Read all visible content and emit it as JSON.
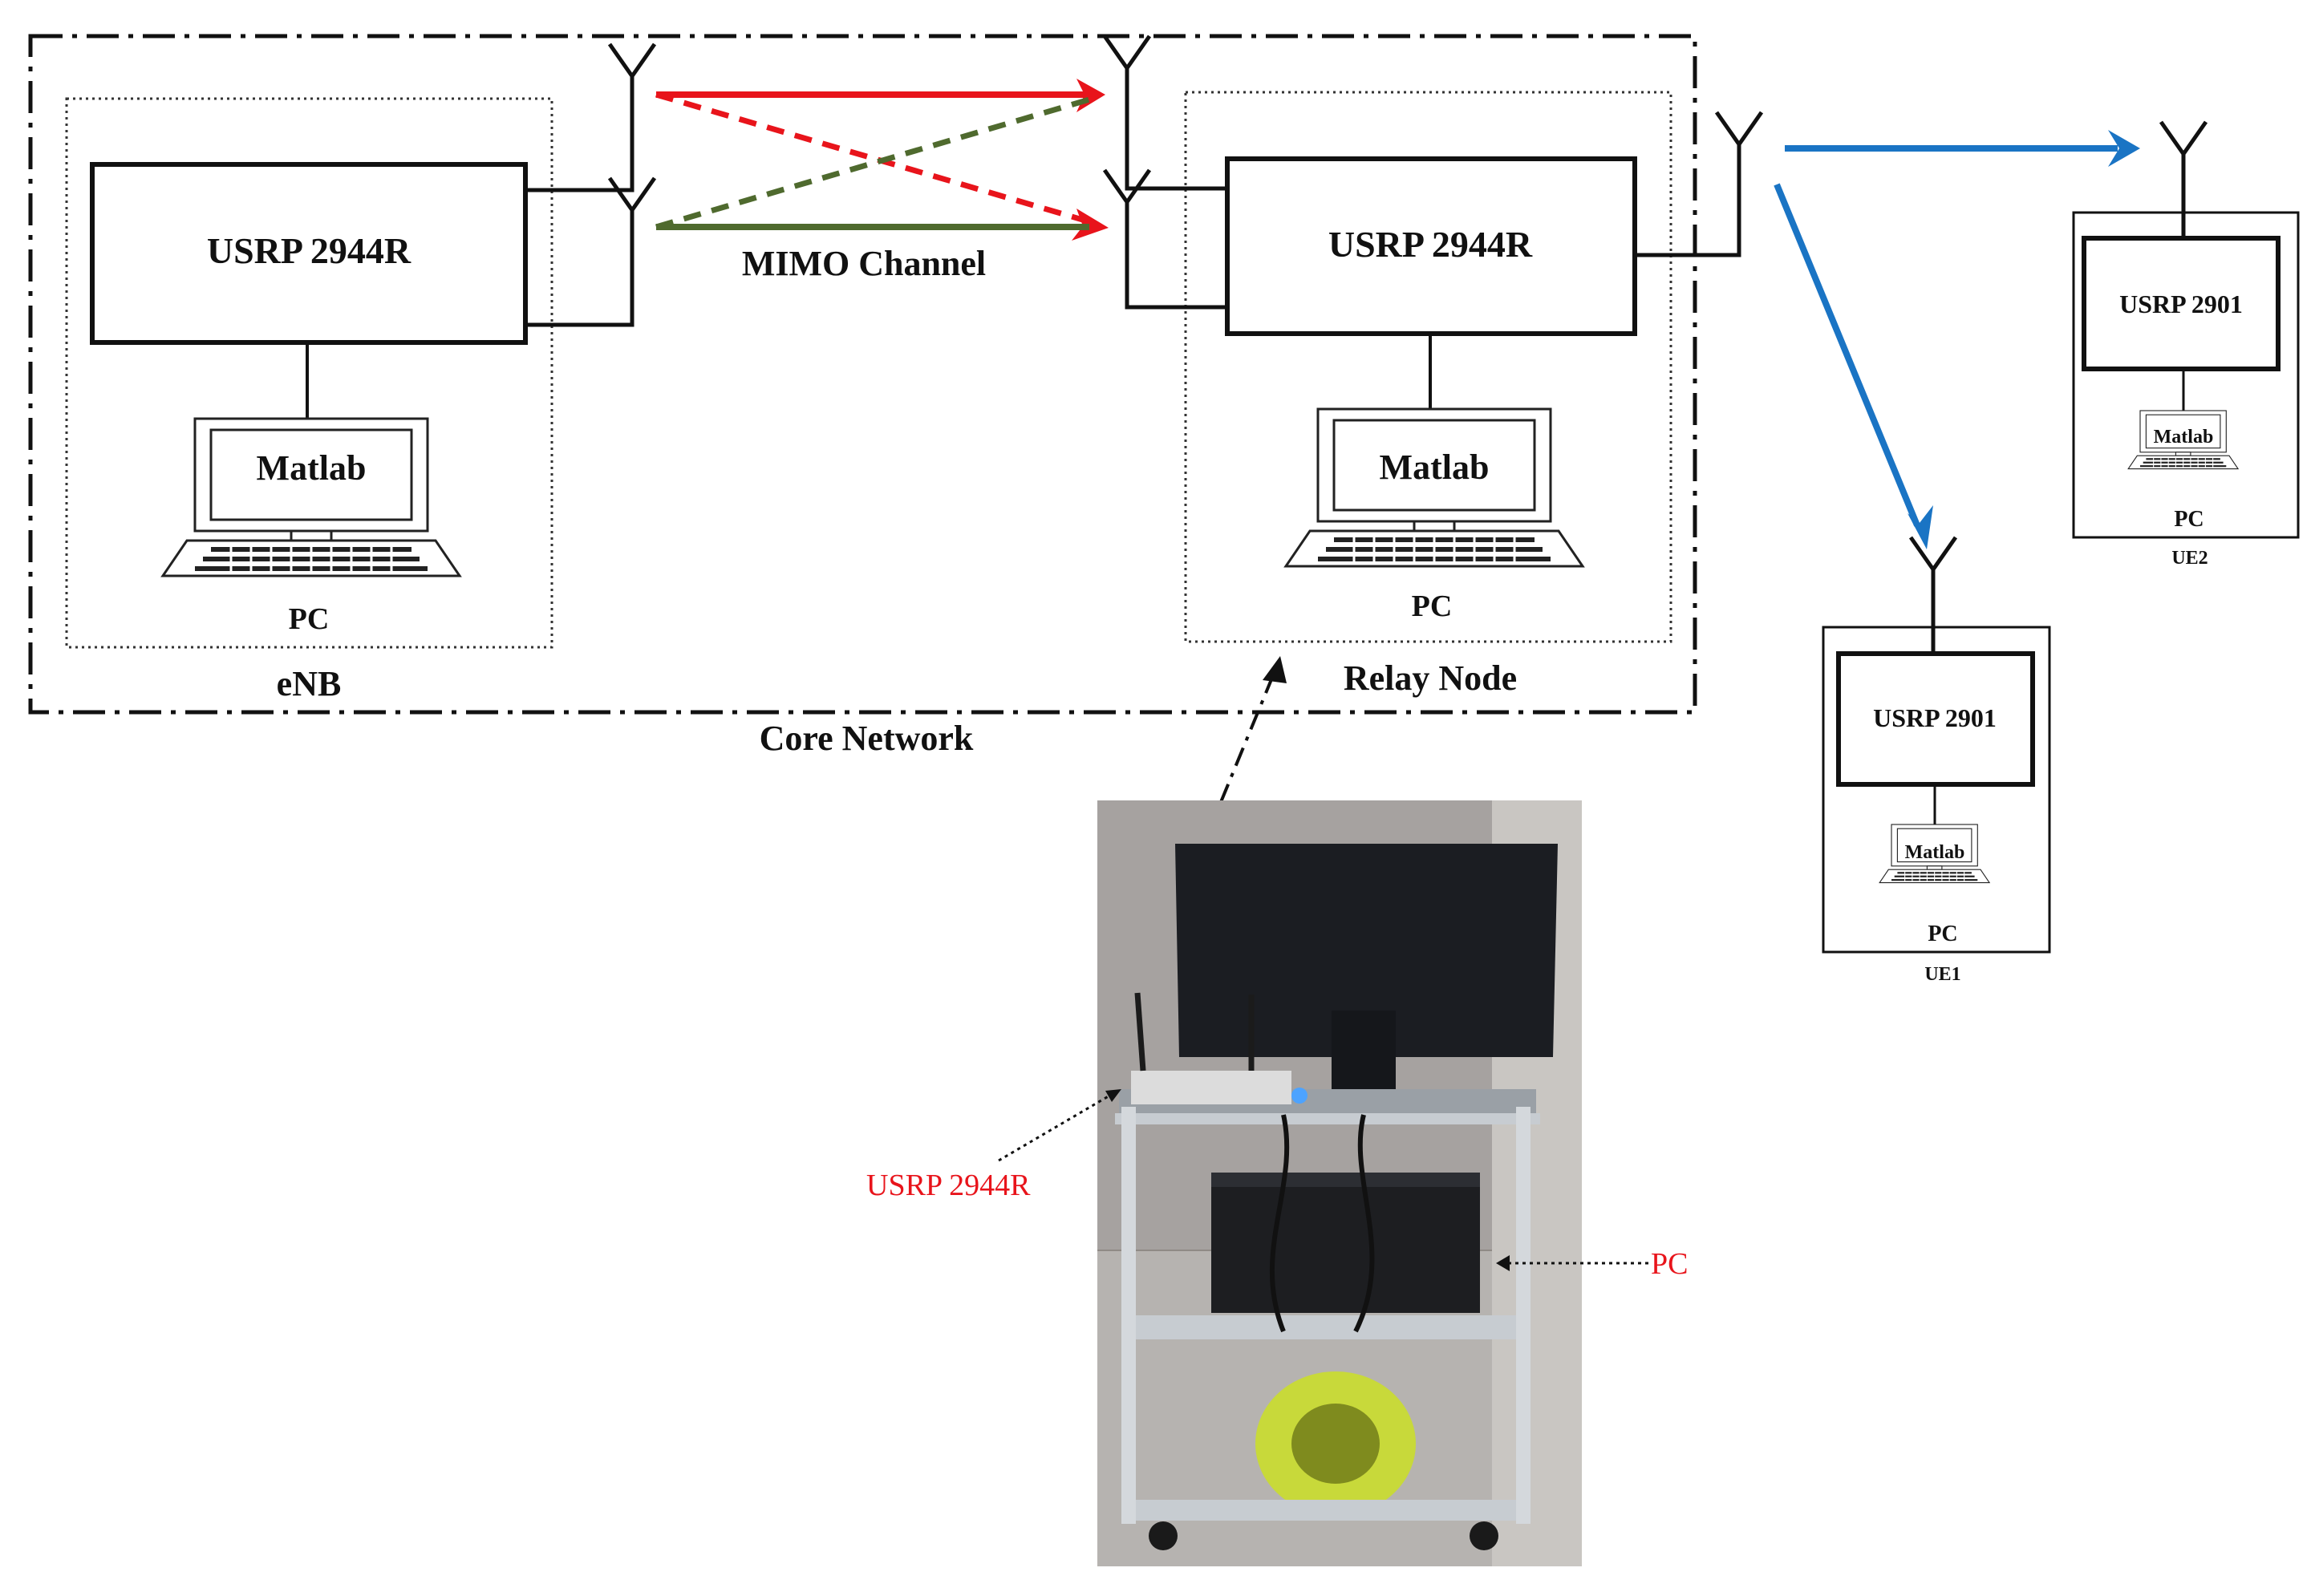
{
  "labels": {
    "enb_usrp": "USRP 2944R",
    "enb_matlab": "Matlab",
    "enb_pc": "PC",
    "enb": "eNB",
    "mimo": "MIMO Channel",
    "relay_usrp": "USRP 2944R",
    "relay_matlab": "Matlab",
    "relay_pc": "PC",
    "relay": "Relay Node",
    "core": "Core Network",
    "ue1_usrp": "USRP 2901",
    "ue1_matlab": "Matlab",
    "ue1_pc": "PC",
    "ue1": "UE1",
    "ue2_usrp": "USRP 2901",
    "ue2_matlab": "Matlab",
    "ue2_pc": "PC",
    "ue2": "UE2",
    "photo_usrp": "USRP 2944R",
    "photo_pc": "PC"
  },
  "colors": {
    "link_red": "#e8141b",
    "link_green": "#4f6a2e",
    "link_blue": "#1a74c4",
    "annotation_red": "#e8141b"
  },
  "icons": [
    "antenna-icon",
    "laptop-icon",
    "arrowhead-icon"
  ]
}
